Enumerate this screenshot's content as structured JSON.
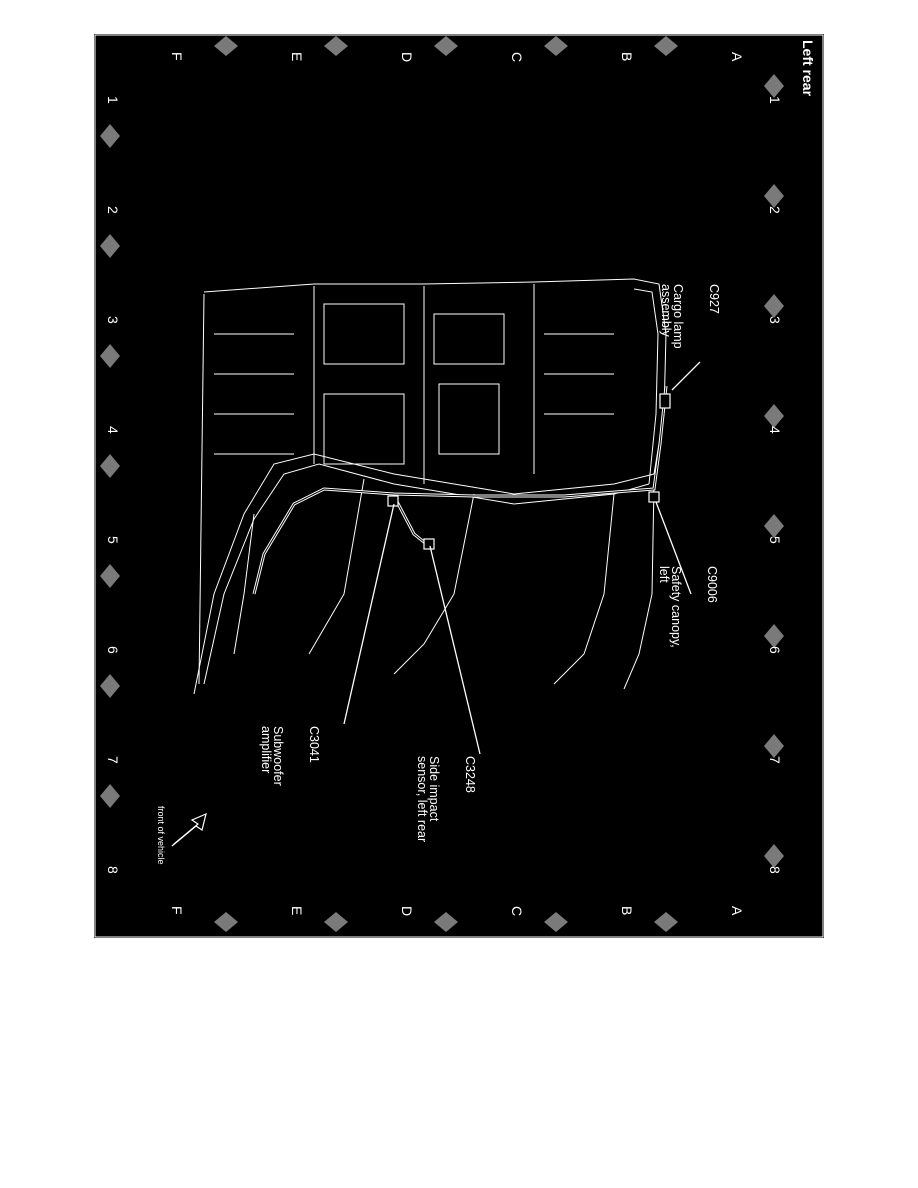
{
  "page": {
    "title": "Left rear"
  },
  "grid": {
    "rows": [
      "A",
      "B",
      "C",
      "D",
      "E",
      "F"
    ],
    "columns": [
      "1",
      "2",
      "3",
      "4",
      "5",
      "6",
      "7",
      "8"
    ]
  },
  "callouts": [
    {
      "id": "C927",
      "name": "Cargo lamp\nassembly"
    },
    {
      "id": "C9006",
      "name": "Safety canopy,\nleft"
    },
    {
      "id": "C3041",
      "name": "Subwoofer\namplifier"
    },
    {
      "id": "C3248",
      "name": "Side impact\nsensor, left rear"
    }
  ],
  "orientation": {
    "label": "front of vehicle",
    "icon": "arrow-icon"
  },
  "colors": {
    "background": "#000000",
    "lines": "#ffffff",
    "page": "#ffffff"
  }
}
